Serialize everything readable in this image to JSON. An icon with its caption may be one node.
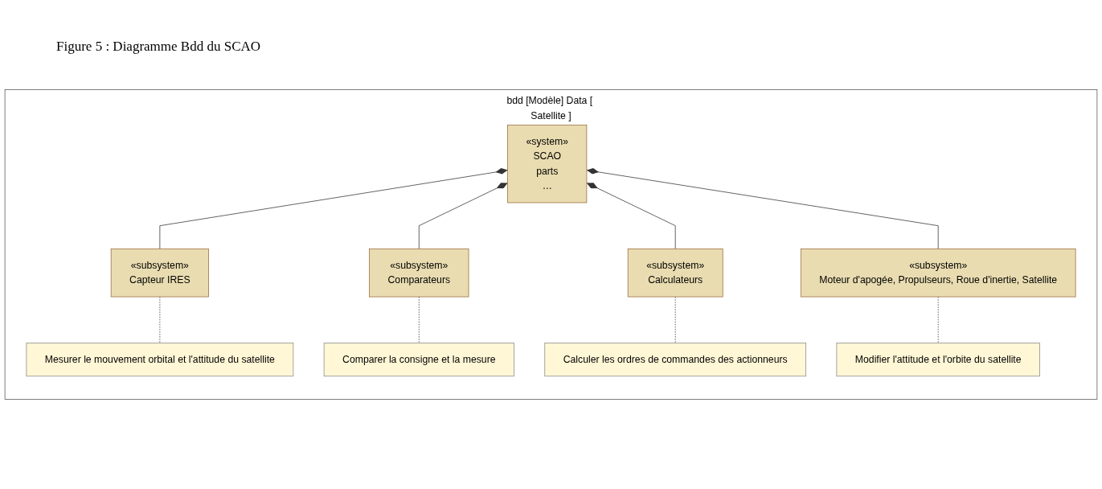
{
  "diagram": {
    "title": "Figure 5 : Diagramme Bdd du SCAO",
    "nodes": [
      {
        "text": [
          "bdd [Modèle] Data [ Satellite ]"
        ]
      },
      {
        "text": [
          "«system»",
          "SCAO",
          "parts",
          "…"
        ],
        "in": 0
      },
      {
        "text": [
          "«subsystem»",
          "Capteur IRES"
        ],
        "in": 0
      },
      {
        "text": [
          "«subsystem»",
          "Comparateurs"
        ],
        "in": 0
      },
      {
        "text": [
          "«subsystem»",
          "Calculateurs"
        ],
        "in": 0
      },
      {
        "text": [
          "«subsystem»",
          "Moteur d'apogée, Propulseurs, Roue d'inertie, Satellite"
        ],
        "in": 0
      },
      {
        "text": [
          "Mesurer le mouvement orbital et l'attitude du satellite"
        ],
        "in": 0
      },
      {
        "text": [
          "Comparer la consigne et la mesure"
        ],
        "in": 0
      },
      {
        "text": [
          "Calculer les ordres de commandes des actionneurs"
        ],
        "in": 0
      },
      {
        "text": [
          "Modifier l'attitude et l'orbite du satellite"
        ],
        "in": 0
      }
    ],
    "edges": [
      {
        "from": 1,
        "to": 2,
        "arrow": "other"
      },
      {
        "from": 1,
        "to": 3,
        "arrow": "other"
      },
      {
        "from": 1,
        "to": 4,
        "arrow": "other"
      },
      {
        "from": 1,
        "to": 5,
        "arrow": "other"
      },
      {
        "from": 2,
        "to": 6,
        "arrow": "none",
        "style": "dashed"
      },
      {
        "from": 3,
        "to": 7,
        "arrow": "none",
        "style": "dashed"
      },
      {
        "from": 4,
        "to": 8,
        "arrow": "none",
        "style": "dashed"
      },
      {
        "from": 5,
        "to": 9,
        "arrow": "none",
        "style": "dashed"
      }
    ]
  }
}
